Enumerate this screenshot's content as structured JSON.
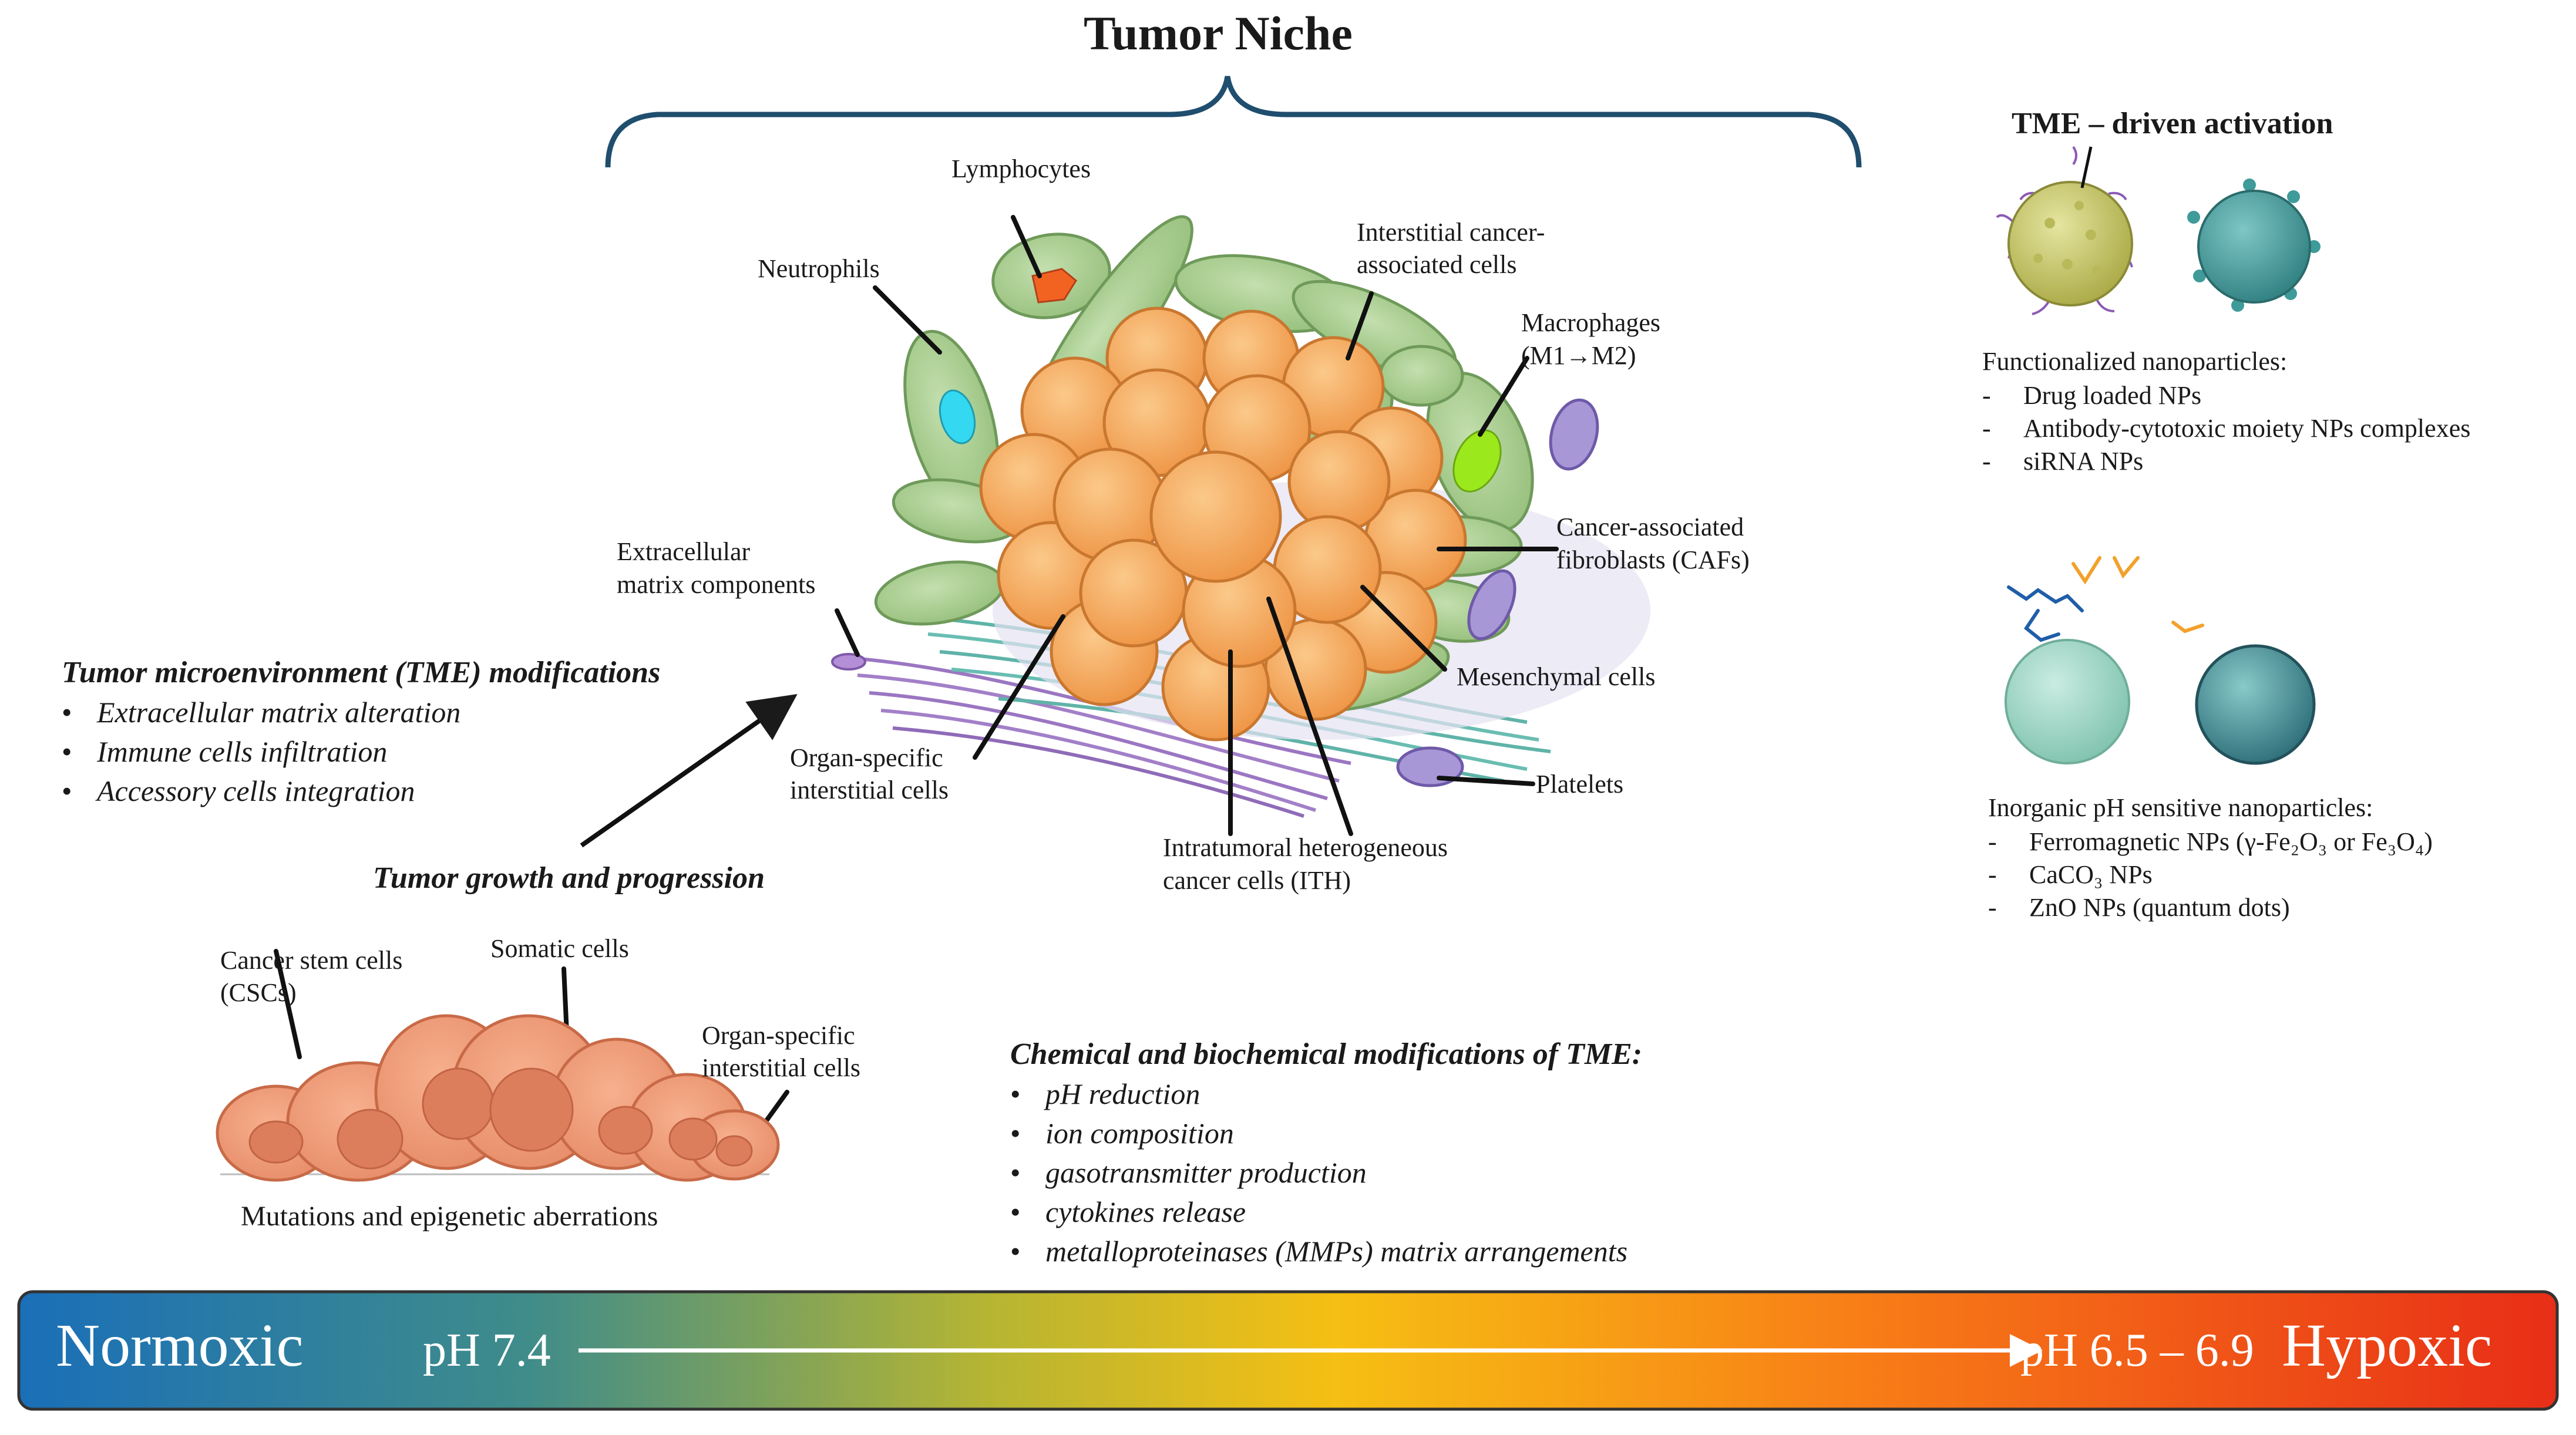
{
  "title": "Tumor Niche",
  "labels": {
    "lymphocytes": "Lymphocytes",
    "neutrophils": "Neutrophils",
    "interstitial_cancer": [
      "Interstitial cancer-",
      "associated cells"
    ],
    "macrophages": [
      "Macrophages",
      "(M1→M2)"
    ],
    "extracellular": [
      "Extracellular",
      "matrix components"
    ],
    "cafs": [
      "Cancer-associated",
      "fibroblasts (CAFs)"
    ],
    "mesenchymal": "Mesenchymal cells",
    "platelets": "Platelets",
    "organ_specific_interstitial": [
      "Organ-specific",
      "interstitial cells"
    ],
    "ith": [
      "Intratumoral heterogeneous",
      "cancer cells (ITH)"
    ],
    "cancer_stem_cells": [
      "Cancer stem cells",
      "(CSCs)"
    ],
    "somatic": "Somatic cells",
    "organ_specific_lower": [
      "Organ-specific",
      "interstitial cells"
    ],
    "mutations": "Mutations and epigenetic aberrations",
    "tumor_growth": "Tumor growth and progression"
  },
  "tme_modifications": {
    "heading": "Tumor microenvironment (TME) modifications",
    "items": [
      "Extracellular matrix alteration",
      "Immune cells infiltration",
      "Accessory cells integration"
    ]
  },
  "chemical_modifications": {
    "heading": "Chemical and biochemical modifications of TME:",
    "items": [
      "pH reduction",
      "ion composition",
      "gasotransmitter production",
      "cytokines release",
      "metalloproteinases (MMPs) matrix arrangements"
    ]
  },
  "tme_activation": {
    "heading": "TME – driven activation",
    "functionalized_heading": "Functionalized nanoparticles:",
    "functionalized_items": [
      "Drug loaded NPs",
      "Antibody-cytotoxic moiety NPs complexes",
      "siRNA NPs"
    ],
    "inorganic_heading": "Inorganic pH sensitive nanoparticles:",
    "inorganic_items": [
      "Ferromagnetic NPs (γ-Fe₂O₃ or Fe₃O₄)",
      "CaCO₃ NPs",
      "ZnO NPs (quantum dots)"
    ]
  },
  "ph_bar": {
    "left_label": "Normoxic",
    "left_ph": "pH 7.4",
    "right_ph": "pH 6.5 – 6.9",
    "right_label": "Hypoxic",
    "colors": [
      "#1a6fb8",
      "#3f8c8a",
      "#b5b533",
      "#f6bf13",
      "#f87f17",
      "#e82e17"
    ]
  },
  "colors": {
    "tumor": "#f6a75a",
    "tumor_outline": "#c9772f",
    "stroma_cell": "#a8cc8c",
    "stroma_outline": "#6f9a5a",
    "platelet": "#9f8ecb",
    "lymphocyte_nucleus": "#f26322",
    "neutrophil_nucleus": "#34d8f0",
    "macrophage_nucleus": "#9be81c",
    "bracket": "#1f4e6e",
    "np_yellow": "#c9c96a",
    "np_teal": "#3f9a9a"
  }
}
